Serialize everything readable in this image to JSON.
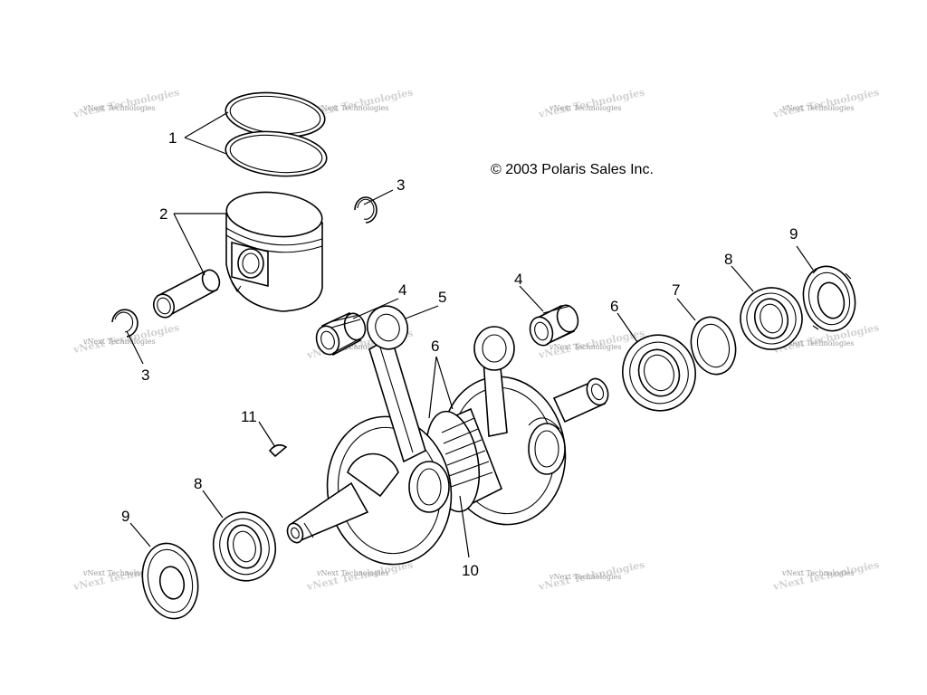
{
  "copyright": "© 2003 Polaris Sales Inc.",
  "watermark": "vNext Technologies",
  "callouts": [
    {
      "id": "1a",
      "label": "1"
    },
    {
      "id": "2a",
      "label": "2"
    },
    {
      "id": "3a",
      "label": "3"
    },
    {
      "id": "3b",
      "label": "3"
    },
    {
      "id": "4a",
      "label": "4"
    },
    {
      "id": "4b",
      "label": "4"
    },
    {
      "id": "5a",
      "label": "5"
    },
    {
      "id": "6a",
      "label": "6"
    },
    {
      "id": "6b",
      "label": "6"
    },
    {
      "id": "7a",
      "label": "7"
    },
    {
      "id": "8a",
      "label": "8"
    },
    {
      "id": "8b",
      "label": "8"
    },
    {
      "id": "9a",
      "label": "9"
    },
    {
      "id": "9b",
      "label": "9"
    },
    {
      "id": "10a",
      "label": "10"
    },
    {
      "id": "11a",
      "label": "11"
    }
  ]
}
